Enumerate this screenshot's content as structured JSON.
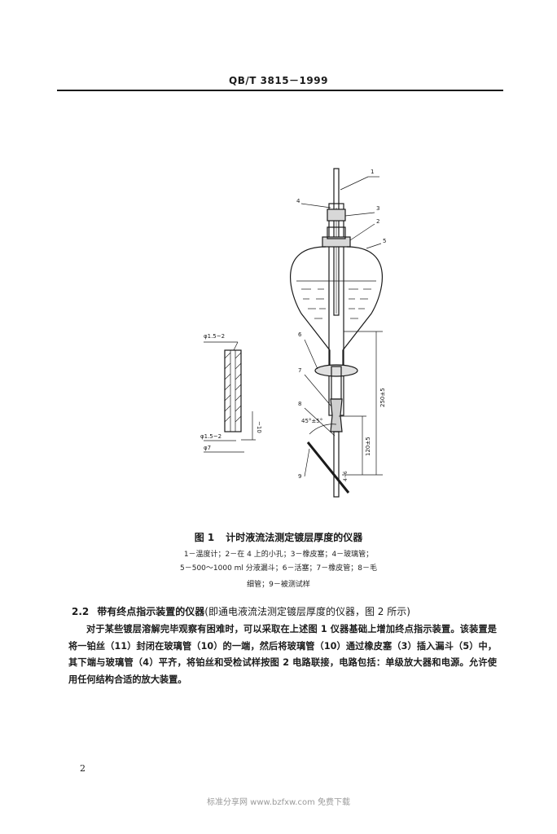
{
  "header": {
    "standard_code": "QB/T 3815－1999"
  },
  "figure": {
    "callouts": [
      "1",
      "4",
      "3",
      "2",
      "5",
      "6",
      "7",
      "8",
      "9"
    ],
    "dim_tube_top": "φ1.5~2",
    "dim_tube_bottom": "φ1.5~2",
    "dim_outer": "φ7",
    "dim_tip": "~10",
    "dim_height_long": "250±5",
    "dim_height_short": "120±5",
    "dim_angle": "45°±5°",
    "dim_gap": "4~6"
  },
  "caption": {
    "number": "图 1",
    "title": "计时液流法测定镀层厚度的仪器",
    "legend_line1": "1－温度计；2－在 4 上的小孔；3－橡皮塞；4－玻璃管；",
    "legend_line2": "5－500～1000 ml 分液漏斗；6－活塞；7－橡皮管；8－毛",
    "legend_line3": "细管；9－被测试样"
  },
  "section": {
    "number": "2.2",
    "title": "带有终点指示装置的仪器",
    "title_note": "(即通电液流法测定镀层厚度的仪器，图 2 所示)",
    "body": "对于某些镀层溶解完毕观察有困难时，可以采取在上述图 1 仪器基础上增加终点指示装置。该装置是将一铂丝（11）封闭在玻璃管（10）的一端，然后将玻璃管（10）通过橡皮塞（3）插入漏斗（5）中，其下端与玻璃管（4）平齐，将铂丝和受检试样按图 2 电路联接，电路包括：单级放大器和电源。允许使用任何结构合适的放大装置。"
  },
  "footer": {
    "page_number": "2",
    "watermark": "标准分享网 www.bzfxw.com 免费下载"
  }
}
